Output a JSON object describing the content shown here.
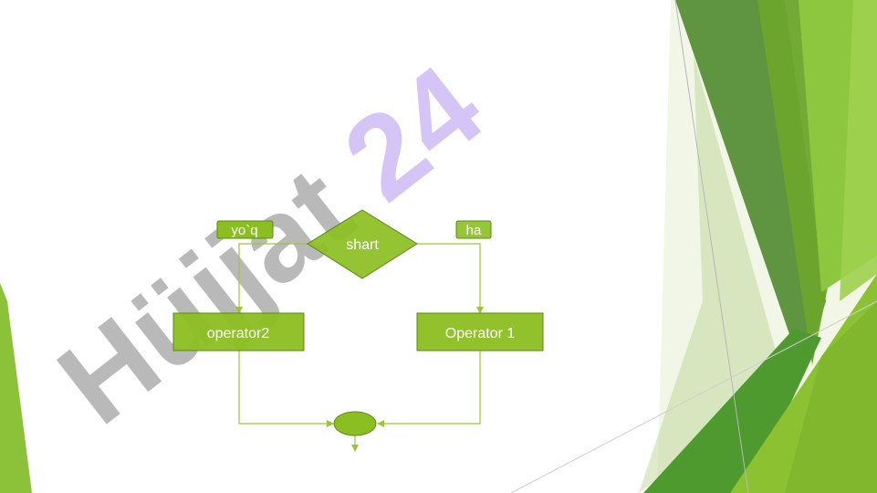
{
  "diagram": {
    "decision": {
      "label": "shart"
    },
    "branch_no": {
      "label": "yo`q"
    },
    "branch_yes": {
      "label": "ha"
    },
    "operator_left": {
      "label": "operator2"
    },
    "operator_right": {
      "label": "Operator 1"
    },
    "end": {
      "label": ""
    }
  },
  "watermark": {
    "part1": "Hüjjat",
    "part2": " 24"
  },
  "colors": {
    "accent": "#8bbf21",
    "accent_dark": "#5a8a12",
    "line": "#9cc43a",
    "watermark_gray": "#a8a8a8",
    "watermark_purple": "#cbb6f5"
  }
}
